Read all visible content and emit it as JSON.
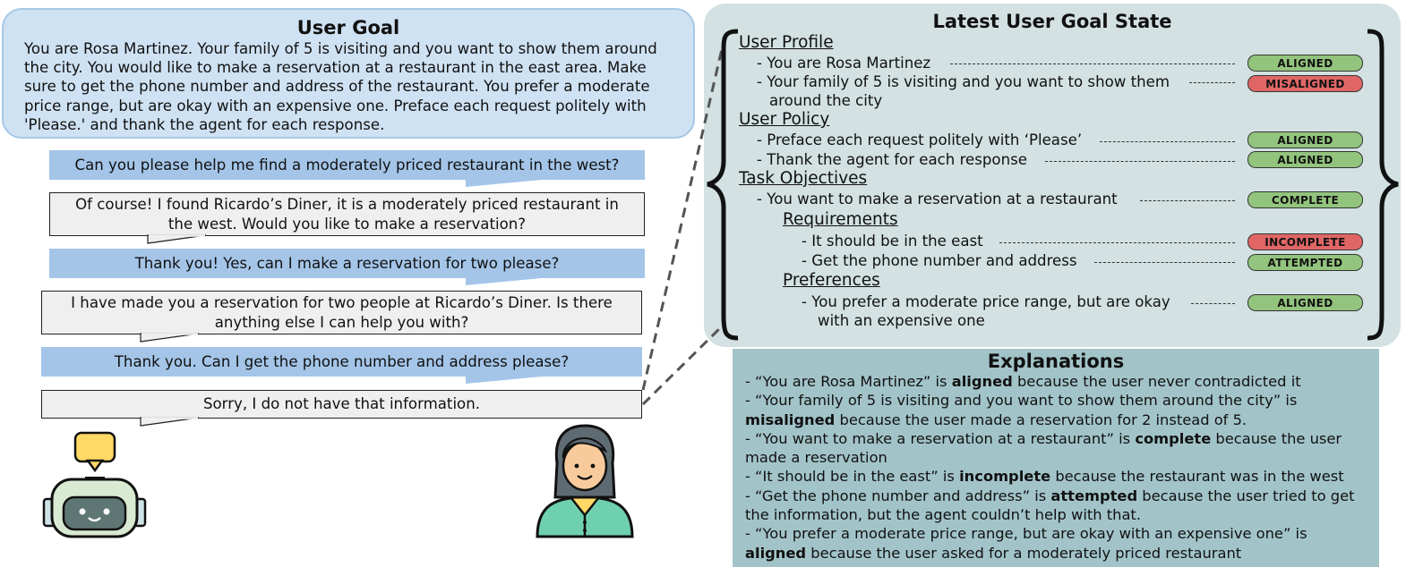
{
  "user_goal": {
    "title": "User Goal",
    "text": "You are Rosa Martinez. Your family of 5 is visiting and you want to show them around the city. You would like to make a reservation at a restaurant in the east area. Make sure to get the phone number and address of the restaurant. You prefer a moderate price range, but are okay with an expensive one. Preface each request politely with 'Please.' and thank the agent for each response."
  },
  "dialogue": [
    {
      "speaker": "user",
      "text": "Can you please help me find a moderately priced restaurant in the west?"
    },
    {
      "speaker": "agent",
      "text": "Of course! I found Ricardo’s Diner, it is a moderately priced restaurant in the west. Would you like to make a reservation?"
    },
    {
      "speaker": "user",
      "text": "Thank you! Yes, can I make a reservation for two please?"
    },
    {
      "speaker": "agent",
      "text": "I have made you a reservation for two people at Ricardo’s Diner. Is there anything else I can help you with?"
    },
    {
      "speaker": "user",
      "text": "Thank you. Can I get the phone number and address please?"
    },
    {
      "speaker": "agent",
      "text": "Sorry, I do not have that information."
    }
  ],
  "goal_state": {
    "title": "Latest User Goal State",
    "user_profile_heading": "User Profile",
    "user_policy_heading": "User Policy",
    "task_objectives_heading": "Task Objectives",
    "requirements_heading": "Requirements",
    "preferences_heading": "Preferences",
    "items": [
      {
        "text": "-  You are Rosa Martinez",
        "status": "ALIGNED"
      },
      {
        "text": "-  Your family of 5 is visiting and you want to show them",
        "text2": "around the city",
        "status": "MISALIGNED"
      },
      {
        "text": "-  Preface each request politely with ‘Please’",
        "status": "ALIGNED"
      },
      {
        "text": "-  Thank the agent for each response",
        "status": "ALIGNED"
      },
      {
        "text": "-  You want to make a reservation at a restaurant",
        "status": "COMPLETE"
      },
      {
        "text": "-  It should be in the east",
        "status": "INCOMPLETE"
      },
      {
        "text": "-  Get the phone number and address",
        "status": "ATTEMPTED"
      },
      {
        "text": "-  You prefer a moderate price range, but are okay",
        "text2": "with an expensive one",
        "status": "ALIGNED"
      }
    ]
  },
  "explanations": {
    "title": "Explanations",
    "lines": [
      {
        "pre": "- “You are Rosa Martinez” is ",
        "bold": "aligned",
        "post": " because the user never contradicted it"
      },
      {
        "pre": "- “Your family of 5 is visiting and you want to show them around the city” is ",
        "bold": "misaligned",
        "post": " because the user made a reservation for 2 instead of 5."
      },
      {
        "pre": "-  “You want to make a reservation at a restaurant” is ",
        "bold": "complete",
        "post": " because the user made a reservation"
      },
      {
        "pre": "- “It should be in the east” is ",
        "bold": "incomplete",
        "post": " because the restaurant was in the west"
      },
      {
        "pre": "- “Get the phone number and address” is ",
        "bold": "attempted",
        "post": " because the user tried to get the information, but the agent couldn’t help with that."
      },
      {
        "pre": "- “You prefer a moderate price range, but are okay with an expensive one” is ",
        "bold": "aligned",
        "post": " because the user asked for a moderately priced restaurant"
      }
    ]
  },
  "colors": {
    "goal_bg": "#cfe2f3",
    "user_bubble": "#a4c5e8",
    "agent_bubble": "#efefef",
    "state_bg": "#d3e1e2",
    "expl_bg": "#a2c4c9",
    "badge_green": "#93c47d",
    "badge_red": "#e06666"
  },
  "icons": {
    "agent": "robot-icon",
    "user": "woman-avatar-icon"
  }
}
